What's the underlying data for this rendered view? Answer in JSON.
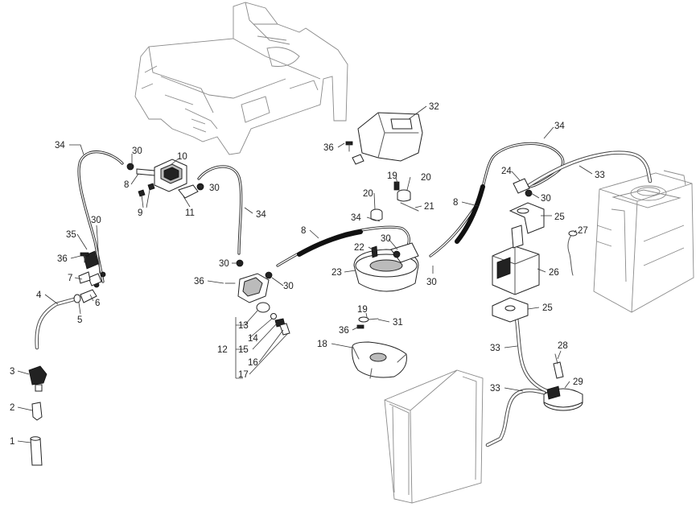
{
  "callouts": [
    {
      "id": "c34a",
      "text": "34"
    },
    {
      "id": "c30a",
      "text": "30"
    },
    {
      "id": "c10",
      "text": "10"
    },
    {
      "id": "c8a",
      "text": "8"
    },
    {
      "id": "c30b",
      "text": "30"
    },
    {
      "id": "c9",
      "text": "9"
    },
    {
      "id": "c11",
      "text": "11"
    },
    {
      "id": "c34b",
      "text": "34"
    },
    {
      "id": "c35",
      "text": "35"
    },
    {
      "id": "c30c",
      "text": "30"
    },
    {
      "id": "c36a",
      "text": "36"
    },
    {
      "id": "c7",
      "text": "7"
    },
    {
      "id": "c4",
      "text": "4"
    },
    {
      "id": "c6",
      "text": "6"
    },
    {
      "id": "c5",
      "text": "5"
    },
    {
      "id": "c3",
      "text": "3"
    },
    {
      "id": "c2",
      "text": "2"
    },
    {
      "id": "c1",
      "text": "1"
    },
    {
      "id": "c30d",
      "text": "30"
    },
    {
      "id": "c36b",
      "text": "36"
    },
    {
      "id": "c30e",
      "text": "30"
    },
    {
      "id": "c13",
      "text": "13"
    },
    {
      "id": "c14",
      "text": "14"
    },
    {
      "id": "c12",
      "text": "12"
    },
    {
      "id": "c15",
      "text": "15"
    },
    {
      "id": "c16",
      "text": "16"
    },
    {
      "id": "c17",
      "text": "17"
    },
    {
      "id": "c32",
      "text": "32"
    },
    {
      "id": "c36c",
      "text": "36"
    },
    {
      "id": "c19a",
      "text": "19"
    },
    {
      "id": "c20a",
      "text": "20"
    },
    {
      "id": "c20b",
      "text": "20"
    },
    {
      "id": "c21",
      "text": "21"
    },
    {
      "id": "c34c",
      "text": "34"
    },
    {
      "id": "c8b",
      "text": "8"
    },
    {
      "id": "c22",
      "text": "22"
    },
    {
      "id": "c30f",
      "text": "30"
    },
    {
      "id": "c23",
      "text": "23"
    },
    {
      "id": "c19b",
      "text": "19"
    },
    {
      "id": "c31",
      "text": "31"
    },
    {
      "id": "c36d",
      "text": "36"
    },
    {
      "id": "c18",
      "text": "18"
    },
    {
      "id": "c34d",
      "text": "34"
    },
    {
      "id": "c24",
      "text": "24"
    },
    {
      "id": "c33a",
      "text": "33"
    },
    {
      "id": "c30g",
      "text": "30"
    },
    {
      "id": "c8c",
      "text": "8"
    },
    {
      "id": "c25a",
      "text": "25"
    },
    {
      "id": "c27",
      "text": "27"
    },
    {
      "id": "c26",
      "text": "26"
    },
    {
      "id": "c30h",
      "text": "30"
    },
    {
      "id": "c25b",
      "text": "25"
    },
    {
      "id": "c33b",
      "text": "33"
    },
    {
      "id": "c28",
      "text": "28"
    },
    {
      "id": "c29",
      "text": "29"
    },
    {
      "id": "c33c",
      "text": "33"
    }
  ]
}
